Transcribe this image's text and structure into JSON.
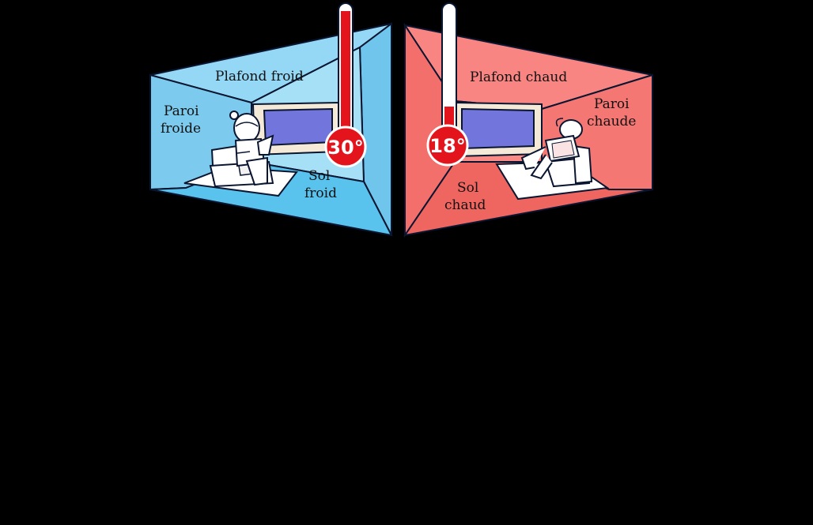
{
  "cold_room": {
    "ceiling_label": "Plafond froid",
    "wall_label": [
      "Paroi",
      "froide"
    ],
    "floor_label": [
      "Sol",
      "froid"
    ],
    "temperature": "30°",
    "color": "#8fd8f5",
    "wall_color": "#7ccbee",
    "floor_color": "#59c3ee",
    "icons": [
      "cold-person-icon",
      "armchair-icon",
      "window-icon"
    ]
  },
  "warm_room": {
    "ceiling_label": "Plafond chaud",
    "wall_label": [
      "Paroi",
      "chaude"
    ],
    "floor_label": [
      "Sol",
      "chaud"
    ],
    "temperature": "18°",
    "color": "#f77c78",
    "wall_color": "#f26f6b",
    "floor_color": "#ef6560",
    "icons": [
      "relaxed-person-icon",
      "armchair-icon",
      "window-icon"
    ]
  },
  "thermometer_color": "#e3141b",
  "outline_color": "#0a1530"
}
